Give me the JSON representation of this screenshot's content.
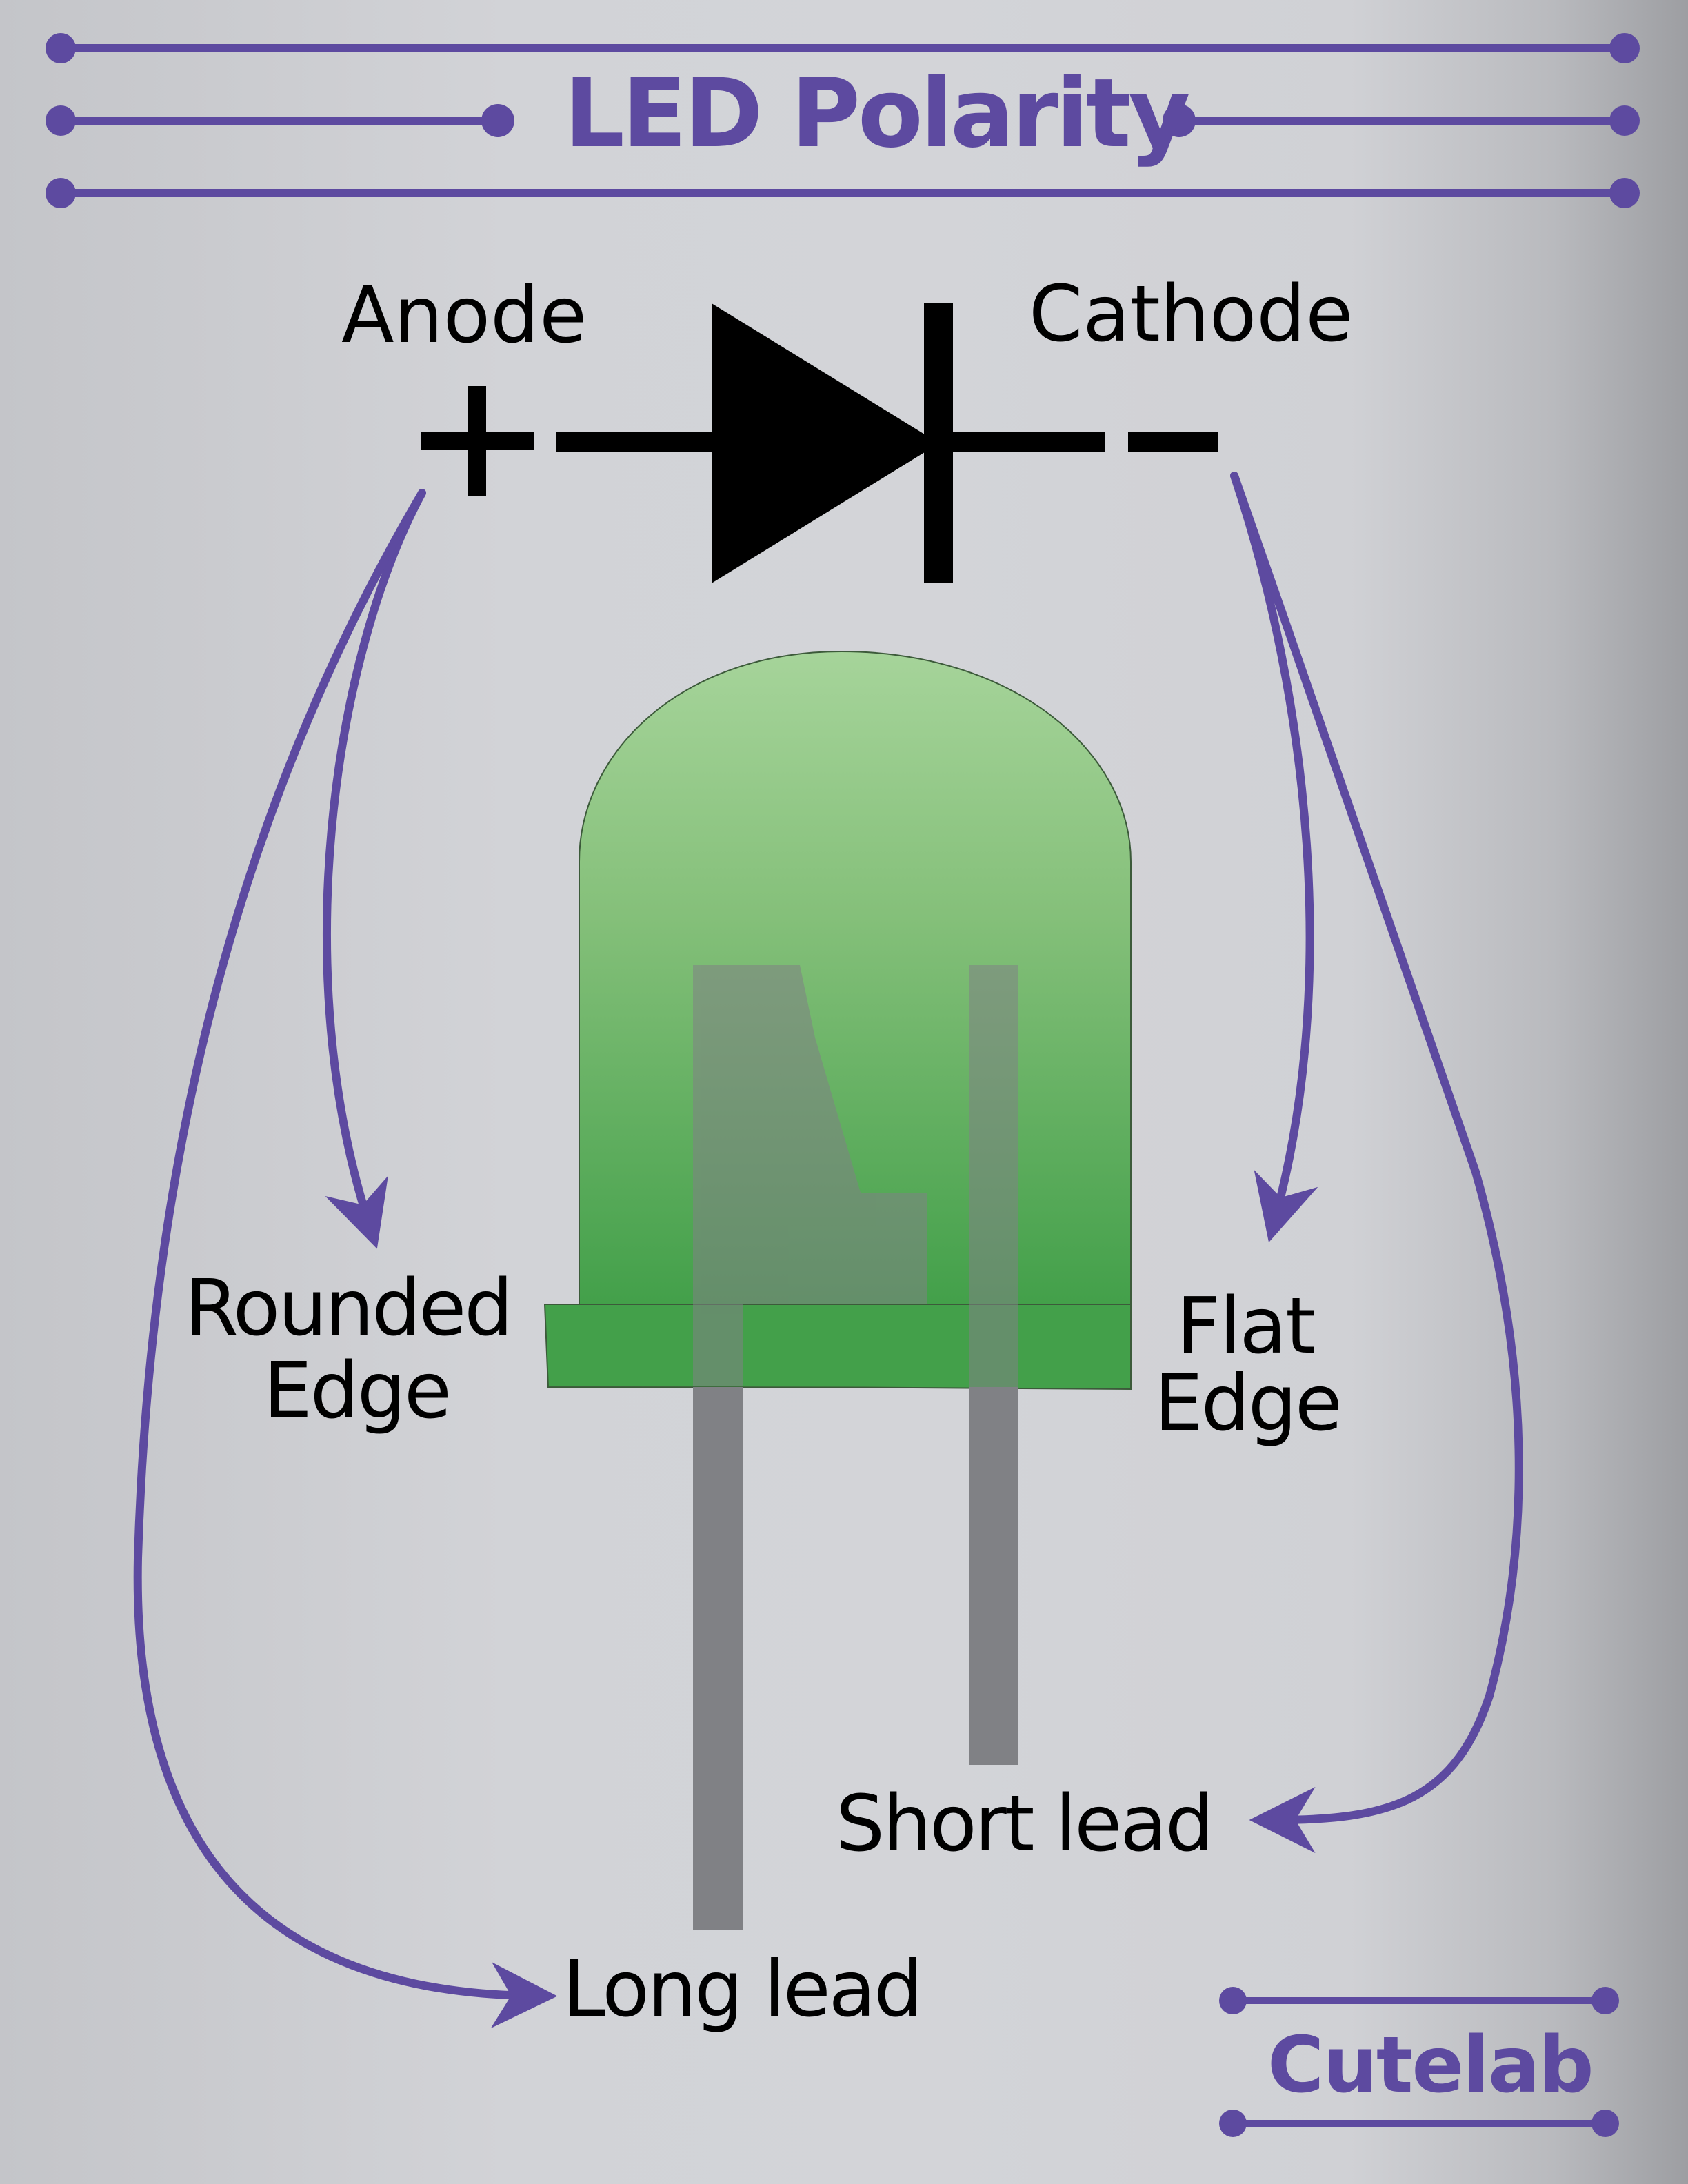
{
  "title": "LED Polarity",
  "brand": "Cutelab",
  "labels": {
    "anode": "Anode",
    "cathode": "Cathode",
    "plus": "+",
    "minus": "−",
    "rounded_edge": [
      "Rounded",
      "Edge"
    ],
    "flat_edge": [
      "Flat",
      "Edge"
    ],
    "long_lead": "Long lead",
    "short_lead": "Short lead"
  },
  "colors": {
    "accent": "#5d4aa0",
    "led_top": "#a6d49a",
    "led_bottom": "#43a04a",
    "led_rim": "#43a04a",
    "lead": "#808185",
    "symbol": "#000000"
  }
}
